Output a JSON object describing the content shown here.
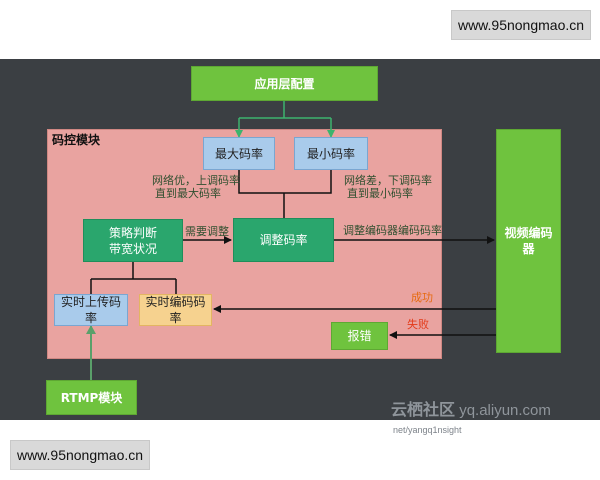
{
  "watermark": {
    "top": "www.95nongmao.cn",
    "bottom": "www.95nongmao.cn"
  },
  "bg_watermark": {
    "cn": "云栖社区",
    "url": "yq.aliyun.com",
    "sub": "net/yangq1nsight"
  },
  "app_config": "应用层配置",
  "panel_title": "码控模块",
  "max_bitrate": "最大码率",
  "min_bitrate": "最小码率",
  "good_network": {
    "line1": "网络优，上调码率",
    "line2": "直到最大码率"
  },
  "bad_network": {
    "line1": "网络差，下调码率",
    "line2": "直到最小码率"
  },
  "strategy": {
    "line1": "策略判断",
    "line2": "带宽状况"
  },
  "need_adjust": "需要调整",
  "adjust_bitrate": "调整码率",
  "adjust_encoder": "调整编码器编码码率",
  "video_encoder": {
    "line1": "视频编码",
    "line2": "器"
  },
  "realtime_upload": {
    "line1": "实时上传码",
    "line2": "率"
  },
  "realtime_encode": {
    "line1": "实时编码码",
    "line2": "率"
  },
  "success": "成功",
  "failure": "失败",
  "error": "报错",
  "rtmp": "RTMP模块"
}
